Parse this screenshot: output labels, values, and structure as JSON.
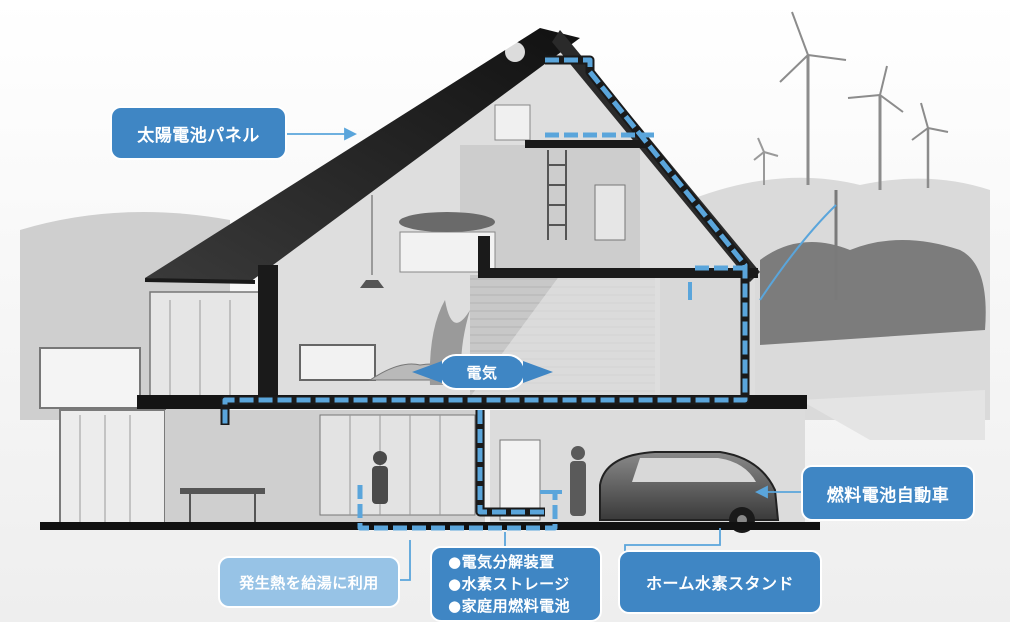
{
  "labels": {
    "solar_panel": "太陽電池パネル",
    "electricity": "電気",
    "fuel_cell_vehicle": "燃料電池自動車",
    "waste_heat": "発生熱を給湯に利用",
    "equipment": [
      "●電気分解装置",
      "●水素ストレージ",
      "●家庭用燃料電池"
    ],
    "hydrogen_station": "ホーム水素スタンド"
  },
  "colors": {
    "label_dark": "#3f86c4",
    "label_light": "#97c3e6",
    "flow_line": "#5aa5db",
    "roof": "#2a2a2a",
    "wall": "#d4d4d4",
    "floor": "#1a1a1a"
  },
  "icons": [
    "wind-turbine-icon",
    "car-icon",
    "person-icon",
    "lamp-icon",
    "plant-icon",
    "ladder-icon"
  ]
}
